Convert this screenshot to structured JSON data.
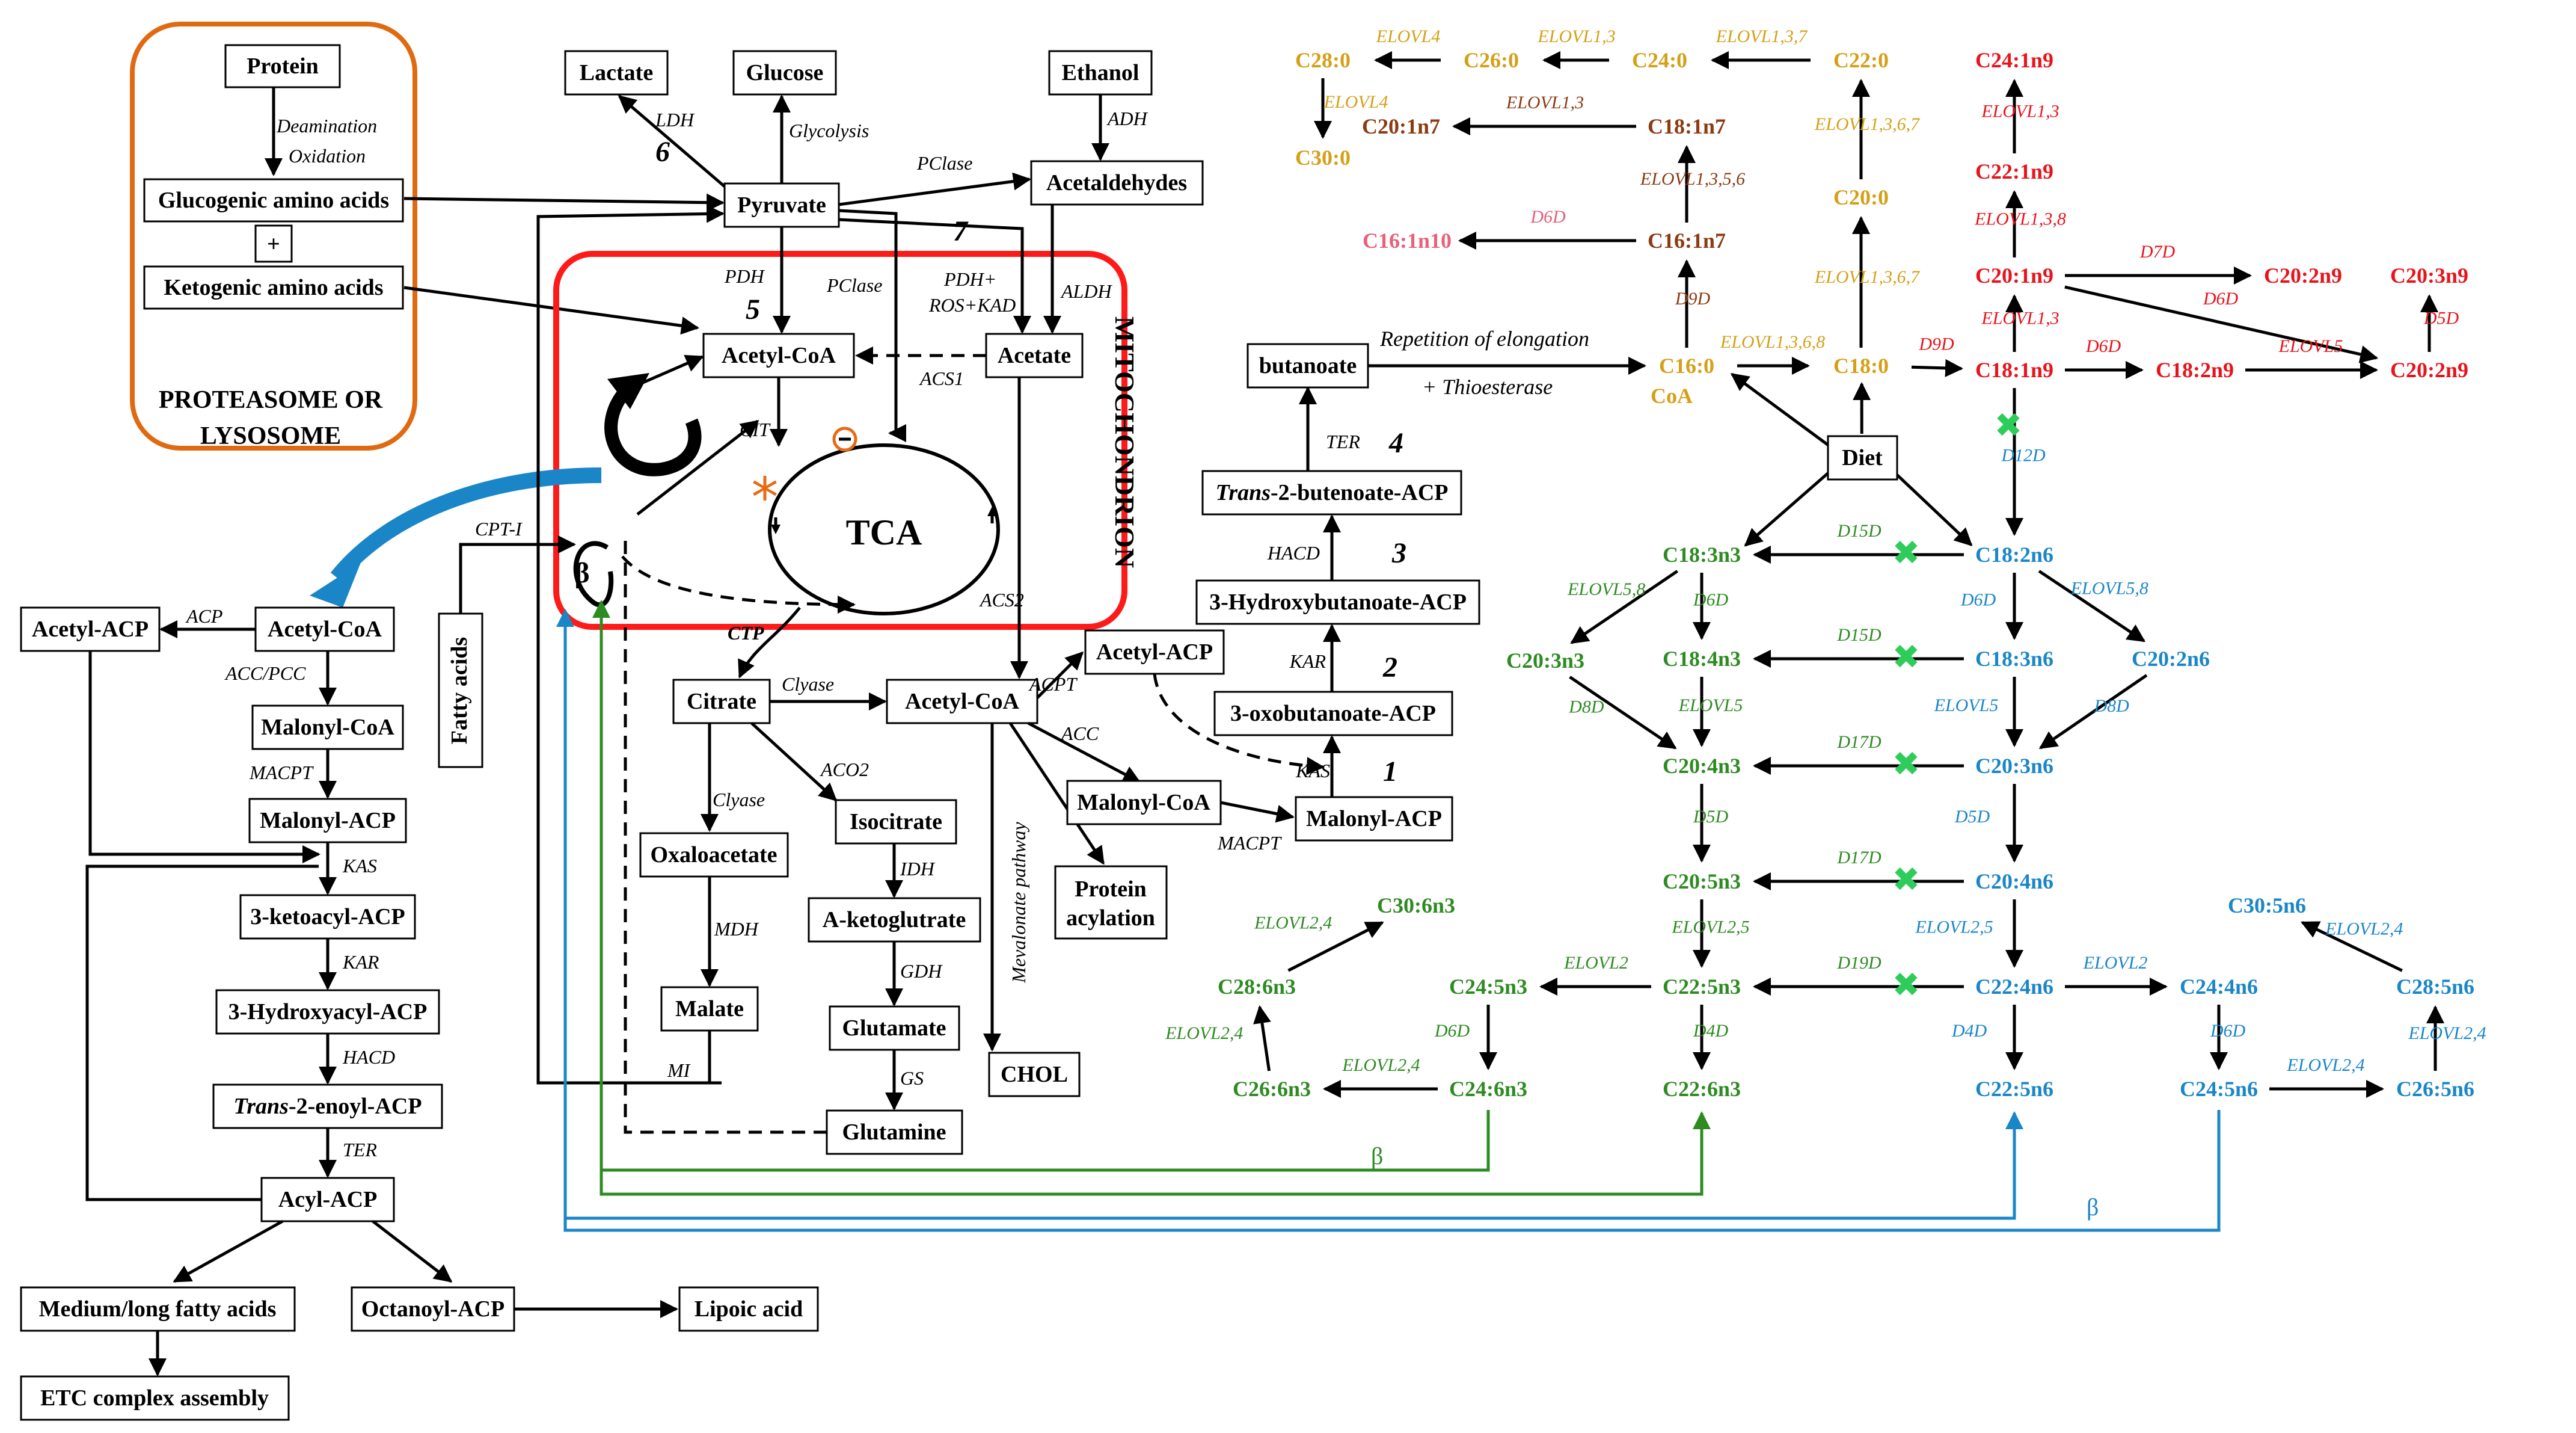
{
  "colors": {
    "black": "#000000",
    "saturated": "#d4a017",
    "n7": "#8b3a12",
    "n10": "#e8607a",
    "n9": "#e8141c",
    "n3": "#2e8b22",
    "n6": "#1a86c8",
    "mito": "#ff1a1a",
    "proteasome": "#e06a12",
    "xmark": "#2ecc5a",
    "inhibitor": "#e86a12"
  },
  "boxes": {
    "protein": "Protein",
    "glucogenic": "Glucogenic amino acids",
    "plus": "+",
    "ketogenic": "Ketogenic amino acids",
    "lactate": "Lactate",
    "glucose": "Glucose",
    "ethanol": "Ethanol",
    "pyruvate": "Pyruvate",
    "acetaldehydes": "Acetaldehydes",
    "acetylcoa_mito": "Acetyl-CoA",
    "acetate": "Acetate",
    "acetyl_acp_left": "Acetyl-ACP",
    "acetylcoa_left": "Acetyl-CoA",
    "malonylcoa_left": "Malonyl-CoA",
    "malonylacp_left": "Malonyl-ACP",
    "ketoacyl": "3-ketoacyl-ACP",
    "hydroxyacyl": "3-Hydroxyacyl-ACP",
    "enoyl_it": "Trans",
    "enoyl_rest": "-2-enoyl-ACP",
    "acylacp": "Acyl-ACP",
    "medium_long": "Medium/long fatty acids",
    "octanoyl": "Octanoyl-ACP",
    "lipoic": "Lipoic acid",
    "etc": "ETC complex assembly",
    "fatty_acids": "Fatty acids",
    "citrate": "Citrate",
    "acetylcoa_cyto": "Acetyl-CoA",
    "oxaloacetate": "Oxaloacetate",
    "isocitrate": "Isocitrate",
    "aketo": "A-ketoglutrate",
    "glutamate": "Glutamate",
    "glutamine": "Glutamine",
    "malate": "Malate",
    "protein_acyl_1": "Protein",
    "protein_acyl_2": "acylation",
    "chol": "CHOL",
    "acetylacp_mid": "Acetyl-ACP",
    "malonylcoa_mid": "Malonyl-CoA",
    "malonylacp_mid": "Malonyl-ACP",
    "oxobut": "3-oxobutanoate-ACP",
    "hydroxybut": "3-Hydroxybutanoate-ACP",
    "butenoate_it": "Trans",
    "butenoate_rest": "-2-butenoate-ACP",
    "butanoate": "butanoate",
    "diet": "Diet"
  },
  "labels": {
    "proteasome_1": "PROTEASOME OR",
    "proteasome_2": "LYSOSOME",
    "mitochondrion": "MITOCHONDRION",
    "tca": "TCA",
    "beta": "β",
    "beta_green": "β",
    "beta_blue": "β",
    "coa": "CoA",
    "repetition": "Repetition of elongation",
    "thioesterase": "+ Thioesterase"
  },
  "enzymes": {
    "deamination": "Deamination",
    "oxidation": "Oxidation",
    "ldh": "LDH",
    "glycolysis": "Glycolysis",
    "adh": "ADH",
    "pclase_top": "PClase",
    "pdh": "PDH",
    "pclase_mid": "PClase",
    "pdh_ros_1": "PDH+",
    "pdh_ros_2": "ROS+KAD",
    "aldh": "ALDH",
    "acs1": "ACS1",
    "cit": "CIT",
    "acs2": "ACS2",
    "cpt1": "CPT-I",
    "ctp": "CTP",
    "acp": "ACP",
    "acc_pcc": "ACC/PCC",
    "macpt_left": "MACPT",
    "kas_left": "KAS",
    "kar_left": "KAR",
    "hacd_left": "HACD",
    "ter_left": "TER",
    "clyase_1": "Clyase",
    "clyase_2": "Clyase",
    "aco2": "ACO2",
    "idh": "IDH",
    "gdh": "GDH",
    "gs": "GS",
    "mdh": "MDH",
    "mi": "MI",
    "acpt": "ACPT",
    "acc_mid": "ACC",
    "mevalonate": "Mevalonate pathway",
    "macpt_mid": "MACPT",
    "kas_mid": "KAS",
    "kar_mid": "KAR",
    "hacd_mid": "HACD",
    "ter_mid": "TER"
  },
  "numbers": {
    "n1": "1",
    "n2": "2",
    "n3": "3",
    "n4": "4",
    "n5": "5",
    "n6": "6",
    "n7": "7"
  },
  "fatty_acids": {
    "c28_0": "C28:0",
    "c26_0": "C26:0",
    "c24_0": "C24:0",
    "c22_0": "C22:0",
    "c30_0": "C30:0",
    "c20_0": "C20:0",
    "c18_0": "C18:0",
    "c16_0": "C16:0",
    "c20_1n7": "C20:1n7",
    "c18_1n7": "C18:1n7",
    "c16_1n7": "C16:1n7",
    "c16_1n10": "C16:1n10",
    "c24_1n9": "C24:1n9",
    "c22_1n9": "C22:1n9",
    "c20_1n9": "C20:1n9",
    "c20_2n9_a": "C20:2n9",
    "c20_3n9": "C20:3n9",
    "c18_1n9": "C18:1n9",
    "c18_2n9": "C18:2n9",
    "c20_2n9_b": "C20:2n9",
    "c18_3n3": "C18:3n3",
    "c20_3n3": "C20:3n3",
    "c18_4n3": "C18:4n3",
    "c20_4n3": "C20:4n3",
    "c20_5n3": "C20:5n3",
    "c22_5n3": "C22:5n3",
    "c24_5n3": "C24:5n3",
    "c24_6n3": "C24:6n3",
    "c22_6n3": "C22:6n3",
    "c26_6n3": "C26:6n3",
    "c28_6n3": "C28:6n3",
    "c30_6n3": "C30:6n3",
    "c18_2n6": "C18:2n6",
    "c18_3n6": "C18:3n6",
    "c20_2n6": "C20:2n6",
    "c20_3n6": "C20:3n6",
    "c20_4n6": "C20:4n6",
    "c22_4n6": "C22:4n6",
    "c24_4n6": "C24:4n6",
    "c22_5n6": "C22:5n6",
    "c24_5n6": "C24:5n6",
    "c26_5n6": "C26:5n6",
    "c28_5n6": "C28:5n6",
    "c30_5n6": "C30:5n6"
  },
  "fa_enzymes": {
    "elovl4_a": "ELOVL4",
    "elovl13_a": "ELOVL1,3",
    "elovl137": "ELOVL1,3,7",
    "elovl4_b": "ELOVL4",
    "elovl1367_a": "ELOVL1,3,6,7",
    "elovl1367_b": "ELOVL1,3,6,7",
    "elovl1368": "ELOVL1,3,6,8",
    "elovl13_n7": "ELOVL1,3",
    "elovl1356": "ELOVL1,3,5,6",
    "d6d_n10": "D6D",
    "d9d_n7": "D9D",
    "elovl13_n9a": "ELOVL1,3",
    "elovl138": "ELOVL1,3,8",
    "elovl13_n9b": "ELOVL1,3",
    "d7d": "D7D",
    "d6d_n9": "D6D",
    "d5d_n9": "D5D",
    "d9d_n9": "D9D",
    "d6d_n9b": "D6D",
    "elovl5_n9": "ELOVL5",
    "d12d": "D12D",
    "elovl58_n3": "ELOVL5,8",
    "d15d_1": "D15D",
    "d6d_n3": "D6D",
    "d15d_2": "D15D",
    "elovl5_n3": "ELOVL5",
    "d8d_n3": "D8D",
    "d17d_1": "D17D",
    "d5d_n3": "D5D",
    "d17d_2": "D17D",
    "elovl25_n3": "ELOVL2,5",
    "elovl2_n3": "ELOVL2",
    "d19d": "D19D",
    "d6d_n3b": "D6D",
    "d4d_n3": "D4D",
    "elovl24_n3a": "ELOVL2,4",
    "elovl24_n3b": "ELOVL2,4",
    "elovl24_n3c": "ELOVL2,4",
    "elovl58_n6": "ELOVL5,8",
    "d6d_n6": "D6D",
    "elovl5_n6": "ELOVL5",
    "d8d_n6": "D8D",
    "d5d_n6": "D5D",
    "elovl25_n6": "ELOVL2,5",
    "elovl2_n6": "ELOVL2",
    "d4d_n6": "D4D",
    "d6d_n6b": "D6D",
    "elovl24_n6a": "ELOVL2,4",
    "elovl24_n6b": "ELOVL2,4",
    "elovl24_n6c": "ELOVL2,4"
  }
}
